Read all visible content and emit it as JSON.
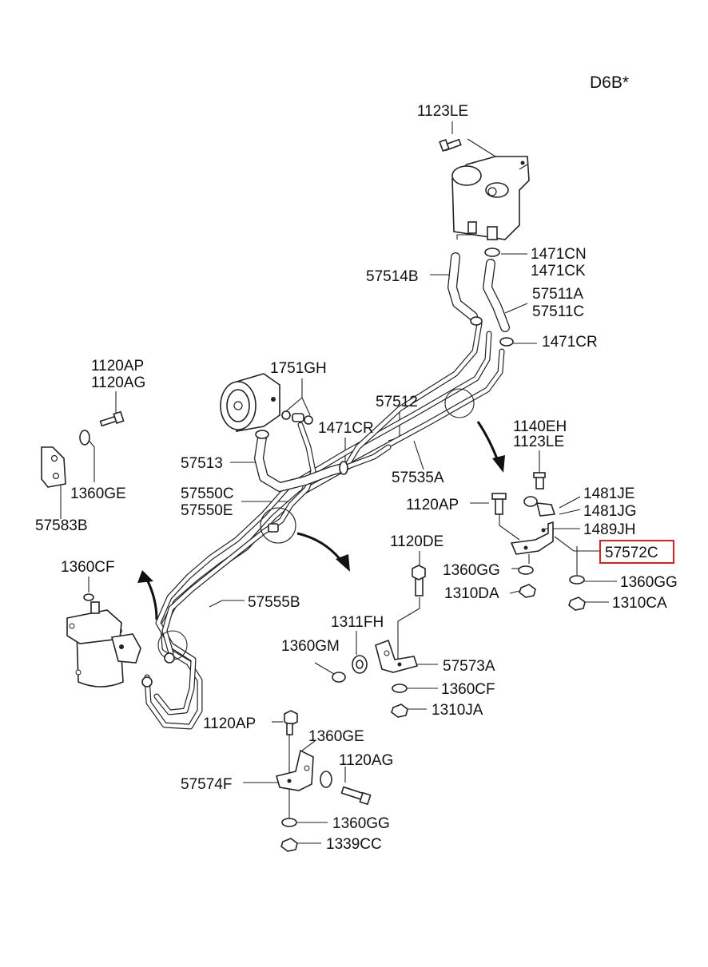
{
  "header": {
    "model_code": "D6B*"
  },
  "highlight": {
    "part": "57572C",
    "color": "#e02020"
  },
  "labels": {
    "p1123LE_top": "1123LE",
    "p1471CN": "1471CN",
    "p1471CK": "1471CK",
    "p57514B": "57514B",
    "p57511A": "57511A",
    "p57511C": "57511C",
    "p1471CR_right": "1471CR",
    "p1751GH": "1751GH",
    "p1120AP_top": "1120AP",
    "p1120AG_top": "1120AG",
    "p57512": "57512",
    "p1471CR_mid": "1471CR",
    "p57513": "57513",
    "p57535A": "57535A",
    "p1140EH": "1140EH",
    "p1123LE_mid": "1123LE",
    "p1360GE_left": "1360GE",
    "p57550C": "57550C",
    "p57550E": "57550E",
    "p1481JE": "1481JE",
    "p1120AP_right": "1120AP",
    "p1481JG": "1481JG",
    "p57583B": "57583B",
    "p1489JH": "1489JH",
    "p57572C": "57572C",
    "p1120DE": "1120DE",
    "p1360CF_top": "1360CF",
    "p1360GG_right1": "1360GG",
    "p1360GG_right2": "1360GG",
    "p1310DA": "1310DA",
    "p1310CA": "1310CA",
    "p57555B": "57555B",
    "p1311FH": "1311FH",
    "p1360GM": "1360GM",
    "p57573A": "57573A",
    "p1360CF_mid": "1360CF",
    "p1310JA": "1310JA",
    "p1120AP_bottom": "1120AP",
    "p1360GE_bottom": "1360GE",
    "p1120AG_bottom": "1120AG",
    "p57574F": "57574F",
    "p1360GG_bottom": "1360GG",
    "p1339CC": "1339CC"
  }
}
